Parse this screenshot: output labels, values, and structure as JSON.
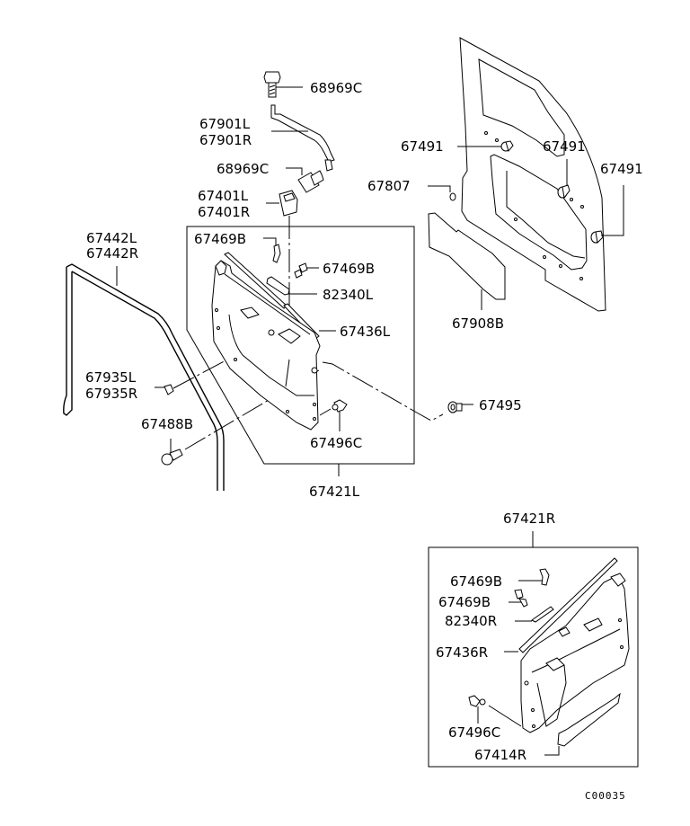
{
  "diagram": {
    "title": "Door trim exploded parts diagram",
    "drawing_code": "C00035",
    "groups": {
      "left_assembly": "67421L",
      "right_assembly": "67421R"
    },
    "labels": {
      "bolt_top": "68969C",
      "strap_l": "67901L",
      "strap_r": "67901R",
      "bolt_mid": "68969C",
      "holder_l": "67401L",
      "holder_r": "67401R",
      "run_l": "67442L",
      "run_r": "67442R",
      "clip_a_left": "67469B",
      "clip_b_left": "67469B",
      "garnish_left": "82340L",
      "weatherstrip_left": "67436L",
      "stopper_l": "67935L",
      "stopper_r": "67935R",
      "screw_left": "67488B",
      "clip_c_left": "67496C",
      "grommet": "67495",
      "assy_left": "67421L",
      "plug_1": "67491",
      "plug_2": "67491",
      "plug_3": "67491",
      "cap": "67807",
      "pad": "67908B",
      "assy_right": "67421R",
      "clip_a_right": "67469B",
      "clip_b_right": "67469B",
      "garnish_right": "82340R",
      "weatherstrip_right": "67436R",
      "clip_c_right": "67496C",
      "pocket_right": "67414R"
    }
  }
}
